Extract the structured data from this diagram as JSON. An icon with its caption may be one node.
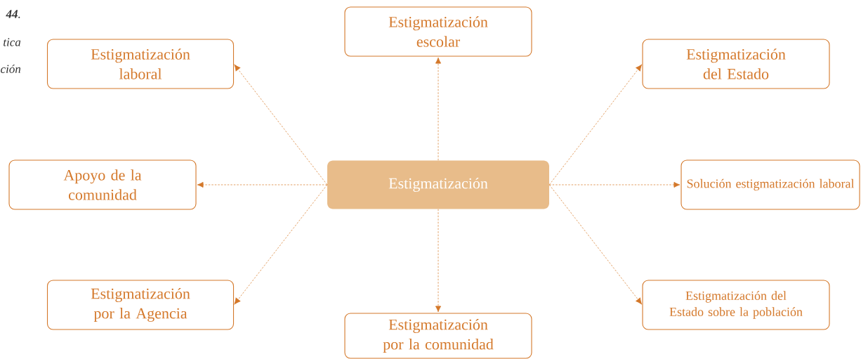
{
  "diagram": {
    "nodes": [
      {
        "text": [
          "Estigmatización"
        ]
      },
      {
        "text": [
          "Estigmatización escolar"
        ]
      },
      {
        "text": [
          "Estigmatización laboral"
        ]
      },
      {
        "text": [
          "Estigmatización del Estado"
        ]
      },
      {
        "text": [
          "Apoyo de la comunidad"
        ]
      },
      {
        "text": [
          "Solución estigmatización laboral"
        ]
      },
      {
        "text": [
          "Estigmatización por la Agencia"
        ]
      },
      {
        "text": [
          "Estigmatización por la comunidad"
        ]
      },
      {
        "text": [
          "Estigmatización del Estado sobre la población"
        ]
      }
    ],
    "edges": [
      {
        "from": 0,
        "to": 1,
        "arrow": "to",
        "style": "dashed"
      },
      {
        "from": 0,
        "to": 2,
        "arrow": "to",
        "style": "dashed"
      },
      {
        "from": 0,
        "to": 3,
        "arrow": "to",
        "style": "dashed"
      },
      {
        "from": 0,
        "to": 4,
        "arrow": "to",
        "style": "dashed"
      },
      {
        "from": 0,
        "to": 5,
        "arrow": "to",
        "style": "dashed"
      },
      {
        "from": 0,
        "to": 6,
        "arrow": "to",
        "style": "dashed"
      },
      {
        "from": 0,
        "to": 7,
        "arrow": "to",
        "style": "dashed"
      },
      {
        "from": 0,
        "to": 8,
        "arrow": "to",
        "style": "dashed"
      }
    ],
    "labels": [
      "**44**.",
      "tica",
      "ción"
    ]
  }
}
